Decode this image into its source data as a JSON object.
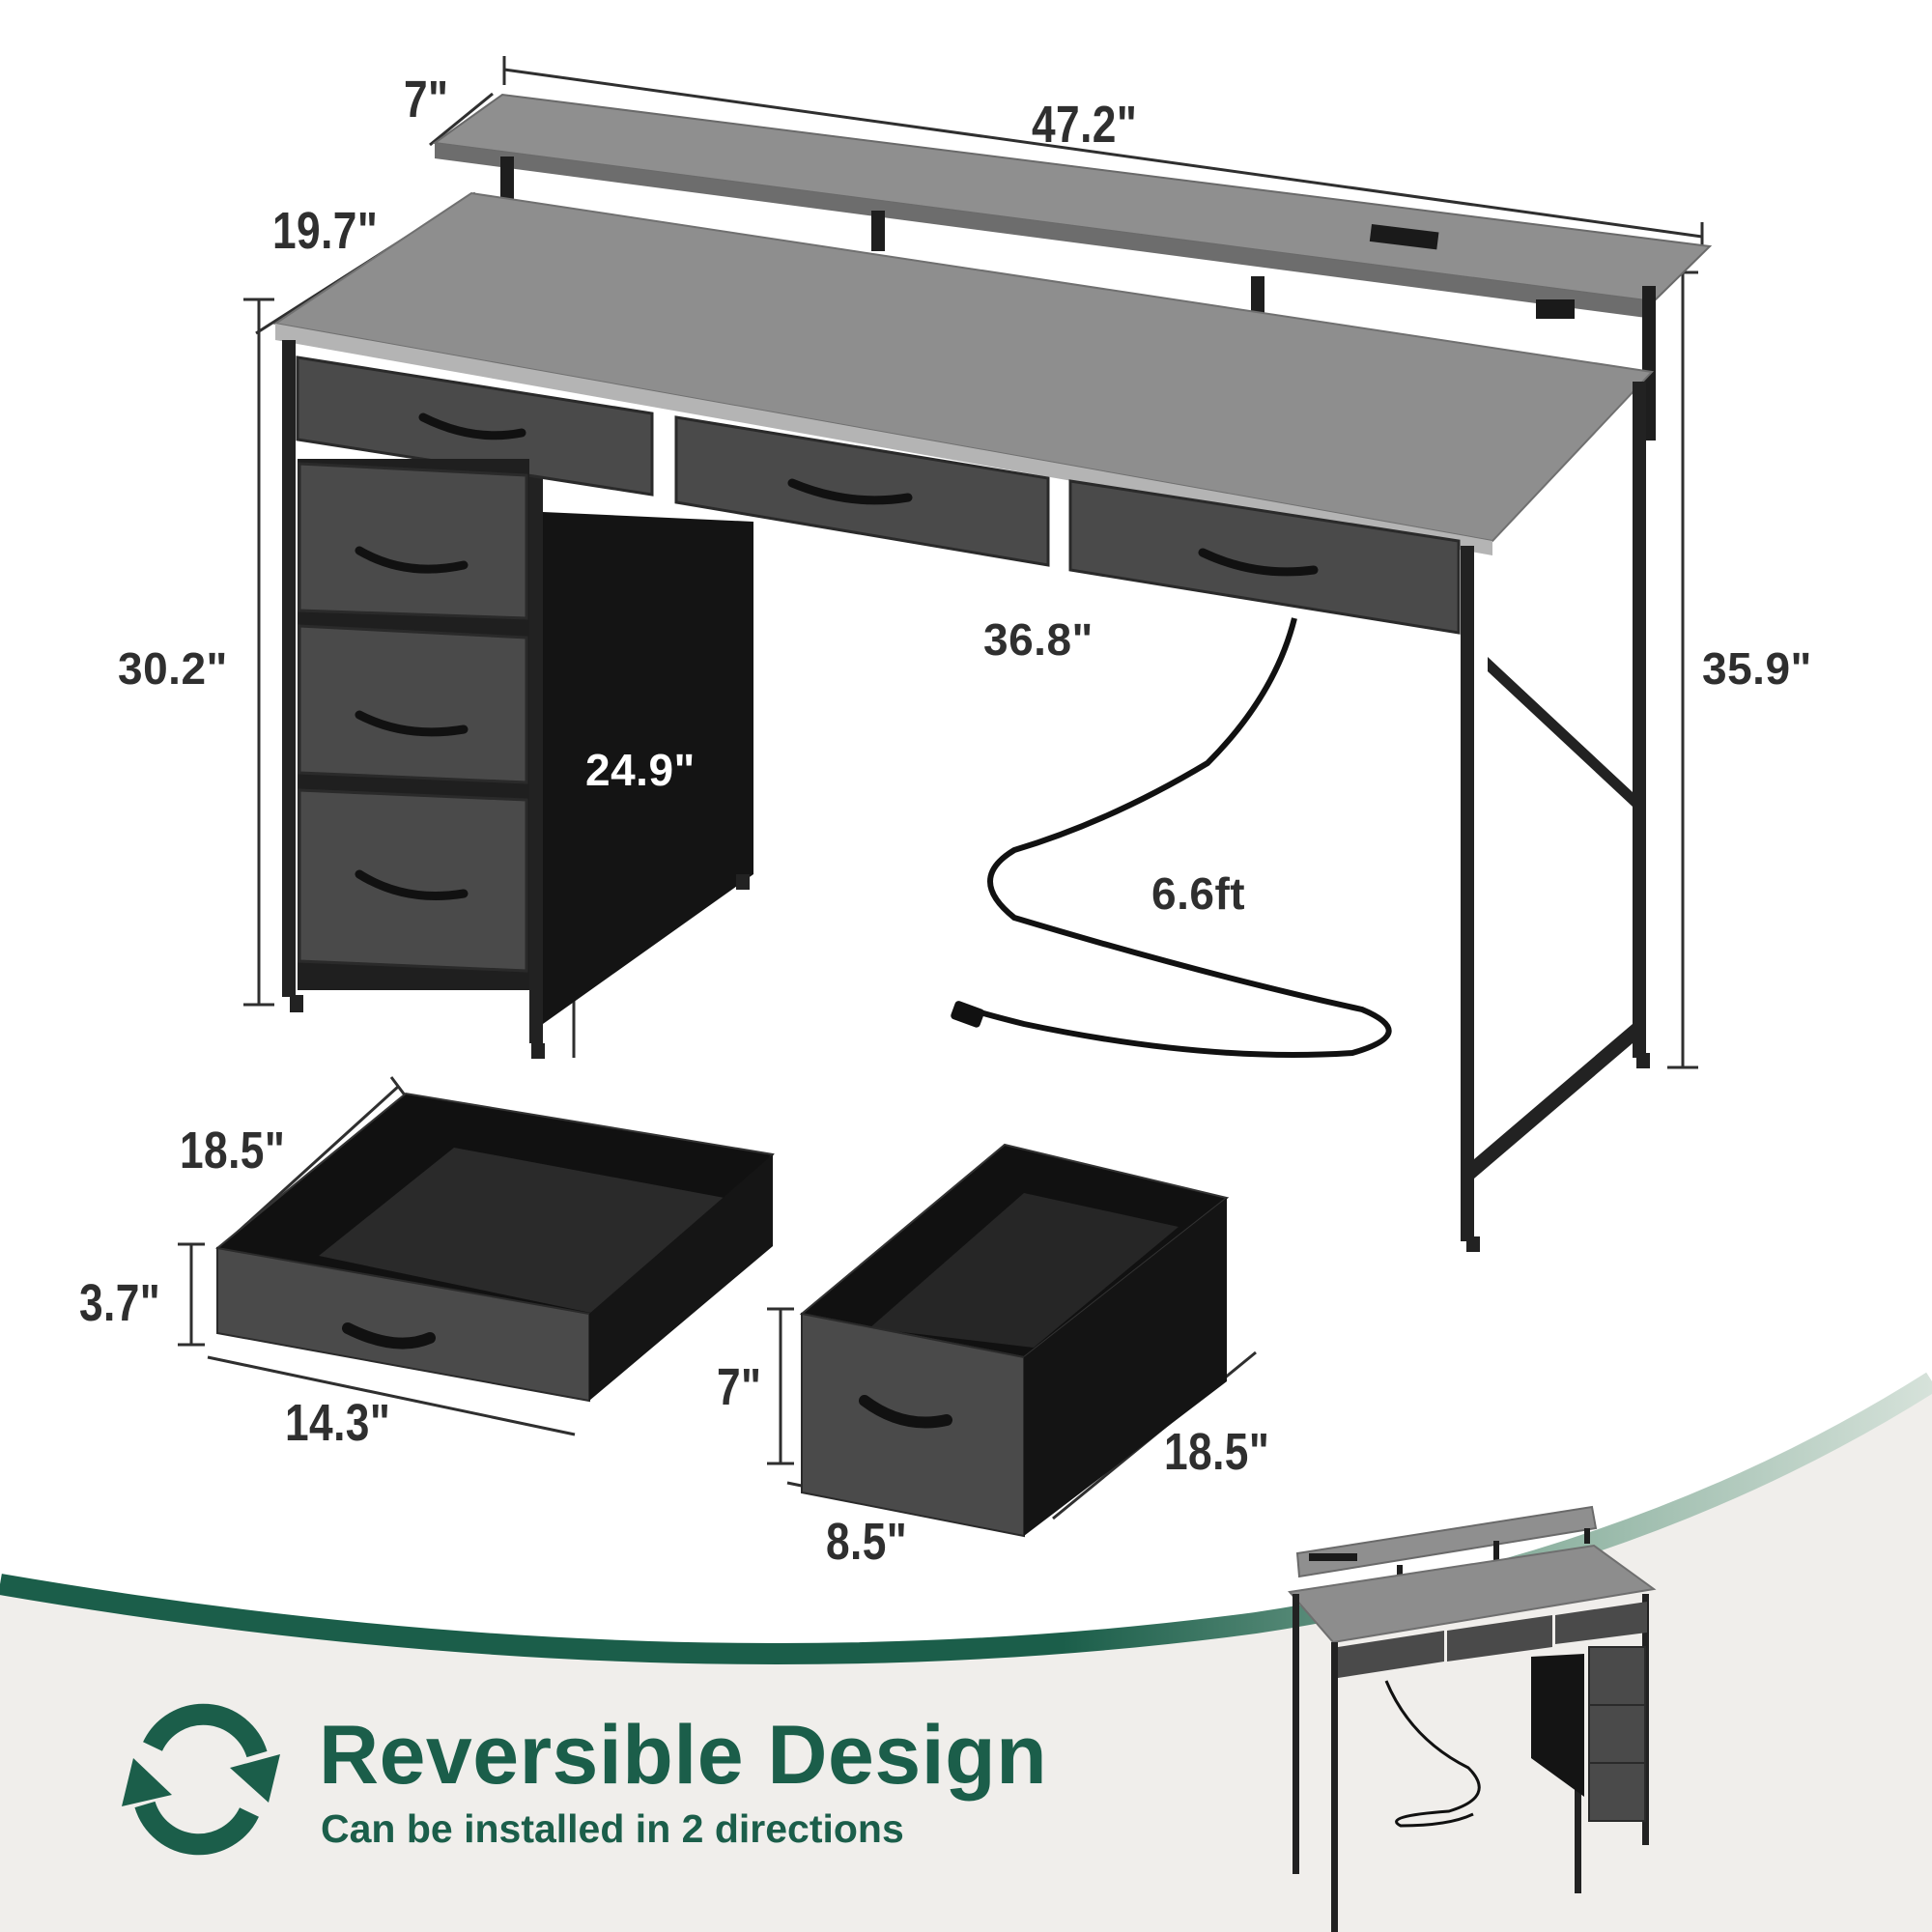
{
  "colors": {
    "brand_green": "#1b5e4a",
    "light_green": "#c9d9cf",
    "background_top": "#ffffff",
    "background_bottom": "#f0eeeb",
    "wood_gray": "#8d8d8d",
    "fabric_gray": "#4a4a4a",
    "frame_black": "#1e1e1e",
    "label_text": "#2f2f2f"
  },
  "desk_dimensions": {
    "shelf_depth": "7\"",
    "total_width": "47.2\"",
    "desk_depth": "19.7\"",
    "desk_height": "30.2\"",
    "legroom_width": "36.8\"",
    "total_height": "35.9\"",
    "legroom_height": "24.9\"",
    "cord_length": "6.6ft"
  },
  "small_drawer": {
    "depth": "18.5\"",
    "height": "3.7\"",
    "width": "14.3\""
  },
  "large_drawer": {
    "height": "7\"",
    "width": "8.5\"",
    "depth": "18.5\""
  },
  "banner": {
    "icon": "reverse-arrows-icon",
    "title": "Reversible Design",
    "subtitle": "Can be installed in 2 directions"
  }
}
